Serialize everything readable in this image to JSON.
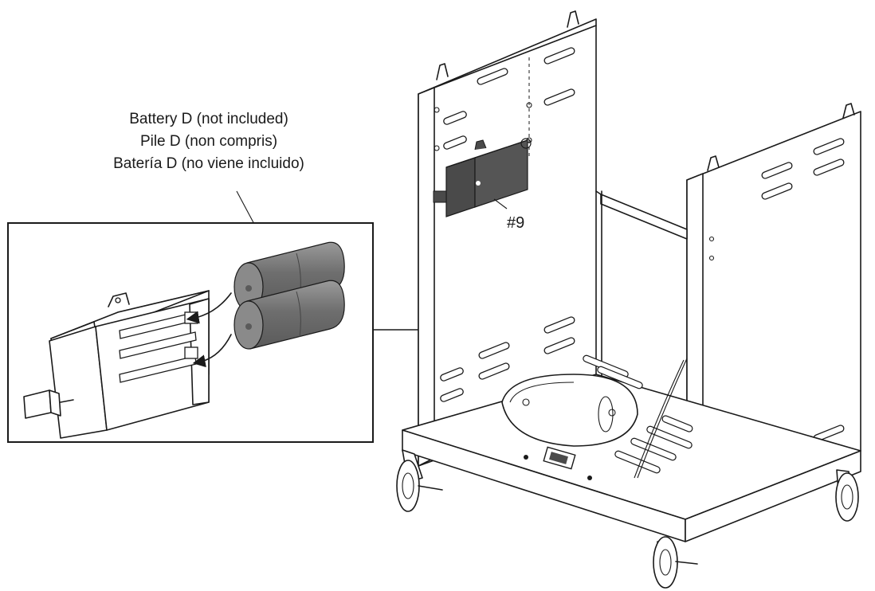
{
  "battery_label": {
    "line1": "Battery D (not included)",
    "line2": "Pile D (non compris)",
    "line3": "Batería D (no viene incluido)"
  },
  "part_callout": "#9",
  "colors": {
    "line": "#1a1a1a",
    "battery_fill": "#7a7a7a",
    "ignitor_box": "#4a4a4a",
    "background": "#ffffff"
  }
}
